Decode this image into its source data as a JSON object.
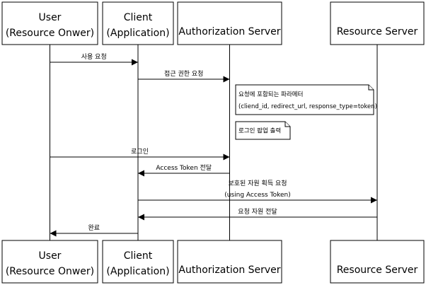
{
  "participants": [
    {
      "id": "user",
      "lines": [
        "User",
        "(Resource Onwer)"
      ]
    },
    {
      "id": "client",
      "lines": [
        "Client",
        "(Application)"
      ]
    },
    {
      "id": "auth",
      "lines": [
        "Authorization Server"
      ]
    },
    {
      "id": "resource",
      "lines": [
        "Resource Server"
      ]
    }
  ],
  "messages": [
    {
      "from": "user",
      "to": "client",
      "lines": [
        "사용 요청"
      ]
    },
    {
      "from": "client",
      "to": "auth",
      "lines": [
        "접근 권한 요청"
      ]
    },
    {
      "from": "user",
      "to": "auth",
      "lines": [
        "로그인"
      ]
    },
    {
      "from": "auth",
      "to": "client",
      "lines": [
        "Access Token 전달"
      ]
    },
    {
      "from": "client",
      "to": "resource",
      "lines": [
        "보호된 자원 획득 요청",
        "(using Access Token)"
      ]
    },
    {
      "from": "resource",
      "to": "client",
      "lines": [
        "요청 자원 전달"
      ]
    },
    {
      "from": "client",
      "to": "user",
      "lines": [
        "완료"
      ]
    }
  ],
  "notes": [
    {
      "over": "auth",
      "lines": [
        "요청에 포함되는 파라메터",
        "(cliend_id, redirect_url, response_type=token)"
      ]
    },
    {
      "over": "auth",
      "lines": [
        "로그인 팝업 출력"
      ]
    }
  ]
}
